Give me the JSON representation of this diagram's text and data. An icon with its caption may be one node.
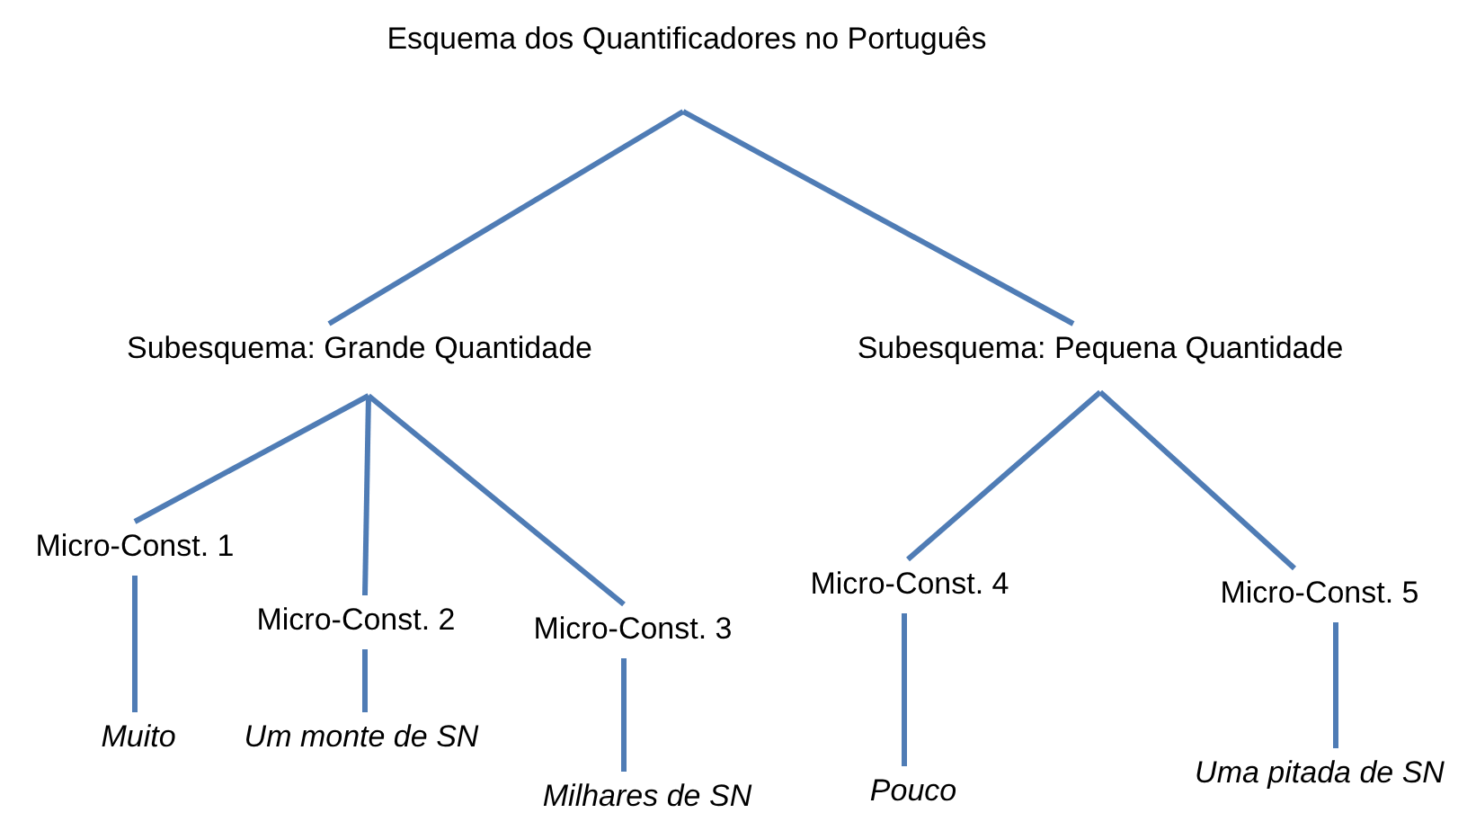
{
  "diagram": {
    "nodes": [
      {
        "text": [
          "Esquema dos Quantificadores no Português"
        ]
      },
      {
        "text": [
          "Subesquema: Grande Quantidade"
        ]
      },
      {
        "text": [
          "Subesquema: Pequena Quantidade"
        ]
      },
      {
        "text": [
          "Micro-Const. 1"
        ]
      },
      {
        "text": [
          "Micro-Const. 2"
        ]
      },
      {
        "text": [
          "Micro-Const. 3"
        ]
      },
      {
        "text": [
          "Micro-Const. 4"
        ]
      },
      {
        "text": [
          "Micro-Const. 5"
        ]
      },
      {
        "text": [
          "Muito"
        ]
      },
      {
        "text": [
          "Um monte de SN"
        ]
      },
      {
        "text": [
          "Milhares de SN"
        ]
      },
      {
        "text": [
          "Pouco"
        ]
      },
      {
        "text": [
          "Uma pitada de SN"
        ]
      }
    ],
    "edges": [
      {
        "from": 0,
        "to": 1,
        "arrow": "none"
      },
      {
        "from": 0,
        "to": 2,
        "arrow": "none"
      },
      {
        "from": 1,
        "to": 3,
        "arrow": "none"
      },
      {
        "from": 1,
        "to": 4,
        "arrow": "none"
      },
      {
        "from": 1,
        "to": 5,
        "arrow": "none"
      },
      {
        "from": 2,
        "to": 6,
        "arrow": "none"
      },
      {
        "from": 2,
        "to": 7,
        "arrow": "none"
      },
      {
        "from": 3,
        "to": 8,
        "arrow": "none"
      },
      {
        "from": 4,
        "to": 9,
        "arrow": "none"
      },
      {
        "from": 5,
        "to": 10,
        "arrow": "none"
      },
      {
        "from": 6,
        "to": 11,
        "arrow": "none"
      },
      {
        "from": 7,
        "to": 12,
        "arrow": "none"
      }
    ]
  }
}
